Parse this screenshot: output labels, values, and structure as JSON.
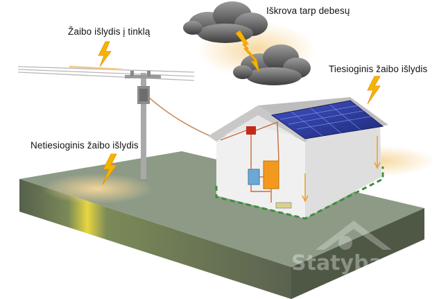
{
  "labels": {
    "grid_strike": "Žaibo išlydis į tinklą",
    "cloud_discharge": "Iškrova tarp debesų",
    "direct_strike": "Tiesioginis žaibo išlydis",
    "indirect_strike": "Netiesioginis žaibo išlydis"
  },
  "watermark": "Statybas",
  "colors": {
    "ground_top": "#8a9a84",
    "ground_side": "#5c6451",
    "house_wall": "#efefef",
    "roof": "#bfbfbf",
    "solar_panel": "#2f3e9e",
    "inverter": "#f39a1e",
    "meter": "#6ba8d6",
    "junction_box": "#c42a1c",
    "ground_wire": "#3a8f3a",
    "lightning": "#f5b400",
    "glow": "#f7d79a"
  },
  "icons": [
    "lightning-bolt-icon",
    "cloud-icon",
    "utility-pole-icon",
    "solar-panel-icon",
    "house-icon"
  ]
}
